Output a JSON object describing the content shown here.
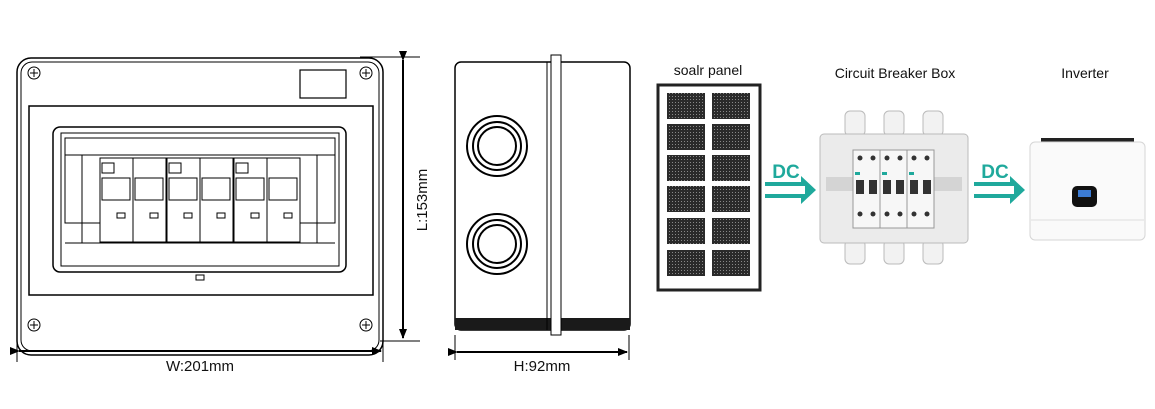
{
  "dimensions": {
    "width_label": "W:201mm",
    "length_label": "L:153mm",
    "height_label": "H:92mm"
  },
  "wiring": {
    "solar_panel_label": "soalr panel",
    "breaker_box_label": "Circuit Breaker Box",
    "inverter_label": "Inverter",
    "arrow1_label": "DC",
    "arrow2_label": "DC",
    "accent_color": "#1fa99c"
  }
}
